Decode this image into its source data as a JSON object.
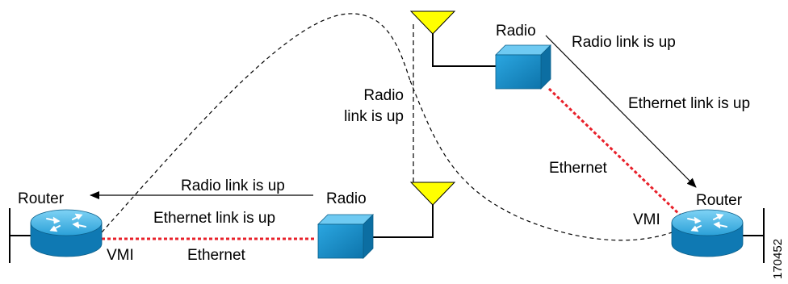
{
  "colors": {
    "device_blue": "#1a8ec8",
    "device_dark": "#0b5f8a",
    "device_light": "#5cc3ee",
    "antenna_yellow": "#ffff00",
    "ethernet_red": "#e8202a",
    "line": "#000000"
  },
  "icons": {
    "router": "router-icon",
    "radio": "radio-box-icon",
    "antenna": "antenna-icon"
  },
  "left": {
    "router_label": "Router",
    "vmi_label": "VMI",
    "radio_label": "Radio",
    "ethernet_label": "Ethernet",
    "radio_link_label": "Radio link is up",
    "ethernet_link_label": "Ethernet link is up"
  },
  "right": {
    "router_label": "Router",
    "vmi_label": "VMI",
    "radio_label": "Radio",
    "ethernet_label": "Ethernet",
    "radio_link_label": "Radio link is up",
    "ethernet_link_label": "Ethernet link is up"
  },
  "center": {
    "radio_link_line1": "Radio",
    "radio_link_line2": "link is up"
  },
  "figure_id": "170452"
}
